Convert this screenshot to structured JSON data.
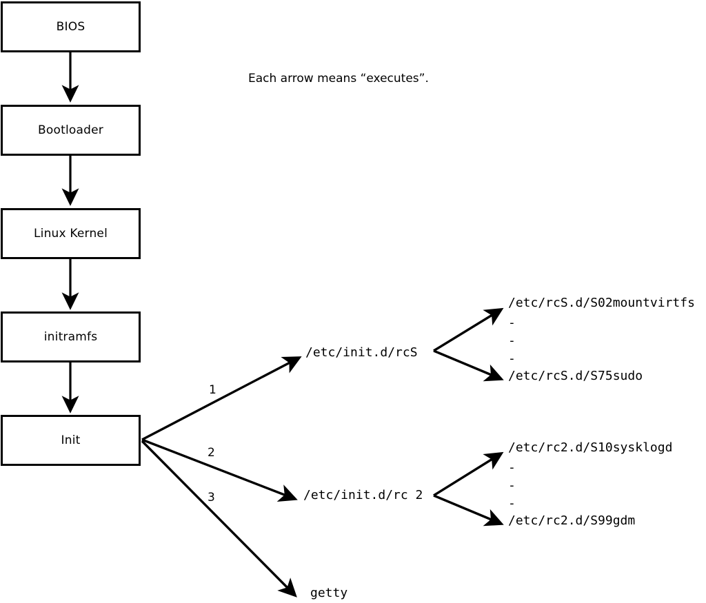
{
  "diagram": {
    "note": "Each arrow means “executes”.",
    "boot_chain": [
      {
        "id": "bios",
        "label": "BIOS"
      },
      {
        "id": "bootloader",
        "label": "Bootloader"
      },
      {
        "id": "kernel",
        "label": "Linux Kernel"
      },
      {
        "id": "initramfs",
        "label": "initramfs"
      },
      {
        "id": "init",
        "label": "Init"
      }
    ],
    "init_branches": [
      {
        "number": "1",
        "target": "/etc/init.d/rcS"
      },
      {
        "number": "2",
        "target": "/etc/init.d/rc 2"
      },
      {
        "number": "3",
        "target": "getty"
      }
    ],
    "rcs_scripts": {
      "first": "/etc/rcS.d/S02mountvirtfs",
      "ellipsis": [
        "-",
        "-",
        "-"
      ],
      "last": "/etc/rcS.d/S75sudo"
    },
    "rc2_scripts": {
      "first": "/etc/rc2.d/S10sysklogd",
      "ellipsis": [
        "-",
        "-",
        "-"
      ],
      "last": "/etc/rc2.d/S99gdm"
    },
    "colors": {
      "stroke": "#000000",
      "fill": "#ffffff"
    }
  }
}
